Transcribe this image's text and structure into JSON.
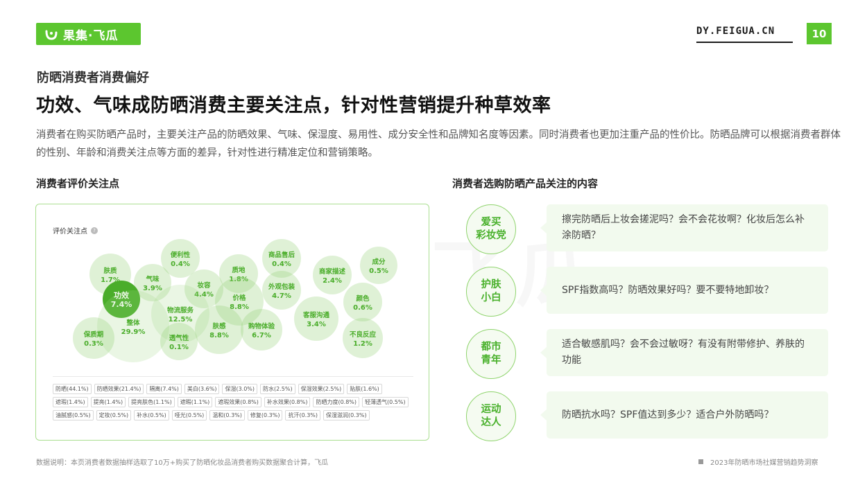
{
  "brand": {
    "logo_text": "果集·飞瓜",
    "site_url": "DY.FEIGUA.CN",
    "page_number": "10",
    "accent_color": "#5cc62f"
  },
  "header": {
    "section_label": "防晒消费者消费偏好",
    "headline": "功效、气味成防晒消费主要关注点，针对性营销提升种草效率",
    "summary": "消费者在购买防晒产品时，主要关注产品的防晒效果、气味、保湿度、易用性、成分安全性和品牌知名度等因素。同时消费者也更加注重产品的性价比。防晒品牌可以根据消费者群体的性别、年龄和消费关注点等方面的差异，针对性进行精准定位和营销策略。"
  },
  "left": {
    "subtitle": "消费者评价关注点",
    "panel_title": "评价关注点",
    "info_icon": "?",
    "bubbles": [
      {
        "name": "肤质",
        "value": "1.7%"
      },
      {
        "name": "便利性",
        "value": "0.4%"
      },
      {
        "name": "气味",
        "value": "3.9%"
      },
      {
        "name": "妆容",
        "value": "4.4%"
      },
      {
        "name": "质地",
        "value": "1.8%"
      },
      {
        "name": "商品售后",
        "value": "0.4%"
      },
      {
        "name": "外观包装",
        "value": "4.7%"
      },
      {
        "name": "商家描述",
        "value": "2.4%"
      },
      {
        "name": "成分",
        "value": "0.5%"
      },
      {
        "name": "功效",
        "value": "7.4%"
      },
      {
        "name": "价格",
        "value": "8.8%"
      },
      {
        "name": "颜色",
        "value": "0.6%"
      },
      {
        "name": "物流服务",
        "value": "12.5%"
      },
      {
        "name": "整体",
        "value": "29.9%"
      },
      {
        "name": "客服沟通",
        "value": "3.4%"
      },
      {
        "name": "保质期",
        "value": "0.3%"
      },
      {
        "name": "透气性",
        "value": "0.1%"
      },
      {
        "name": "肤感",
        "value": "8.8%"
      },
      {
        "name": "购物体验",
        "value": "6.7%"
      },
      {
        "name": "不良反应",
        "value": "1.2%"
      }
    ],
    "tags": [
      "防晒(44.1%)",
      "防晒效果(21.4%)",
      "隔离(7.4%)",
      "美白(3.6%)",
      "保湿(3.0%)",
      "防水(2.5%)",
      "保湿效果(2.5%)",
      "贴肤(1.6%)",
      "遮瑕(1.4%)",
      "提亮(1.4%)",
      "提亮肤色(1.1%)",
      "遮暇(1.1%)",
      "遮瑕效果(0.8%)",
      "补水效果(0.8%)",
      "防晒力度(0.8%)",
      "轻薄透气(0.5%)",
      "油腻感(0.5%)",
      "定妆(0.5%)",
      "补水(0.5%)",
      "哑光(0.5%)",
      "温和(0.3%)",
      "修复(0.3%)",
      "抗汗(0.3%)",
      "保湿滋润(0.3%)"
    ]
  },
  "right": {
    "subtitle": "消费者选购防晒产品关注的内容",
    "rows": [
      {
        "persona_line1": "爱买",
        "persona_line2": "彩妆党",
        "concern": "擦完防晒后上妆会搓泥吗？会不会花妆啊？化妆后怎么补涂防晒？"
      },
      {
        "persona_line1": "护肤",
        "persona_line2": "小白",
        "concern": "SPF指数高吗？防晒效果好吗？要不要特地卸妆？"
      },
      {
        "persona_line1": "都市",
        "persona_line2": "青年",
        "concern": "适合敏感肌吗？会不会过敏呀？有没有附带修护、养肤的功能"
      },
      {
        "persona_line1": "运动",
        "persona_line2": "达人",
        "concern": "防晒抗水吗？SPF值达到多少？适合户外防晒吗？"
      }
    ]
  },
  "watermark": "果集·飞瓜",
  "footer": {
    "note": "数据说明：本页消费者数据抽样选取了10万+购买了防晒化妆品消费者购买数据聚合计算，飞瓜",
    "report_name": "2023年防晒市场社媒营销趋势洞察"
  }
}
